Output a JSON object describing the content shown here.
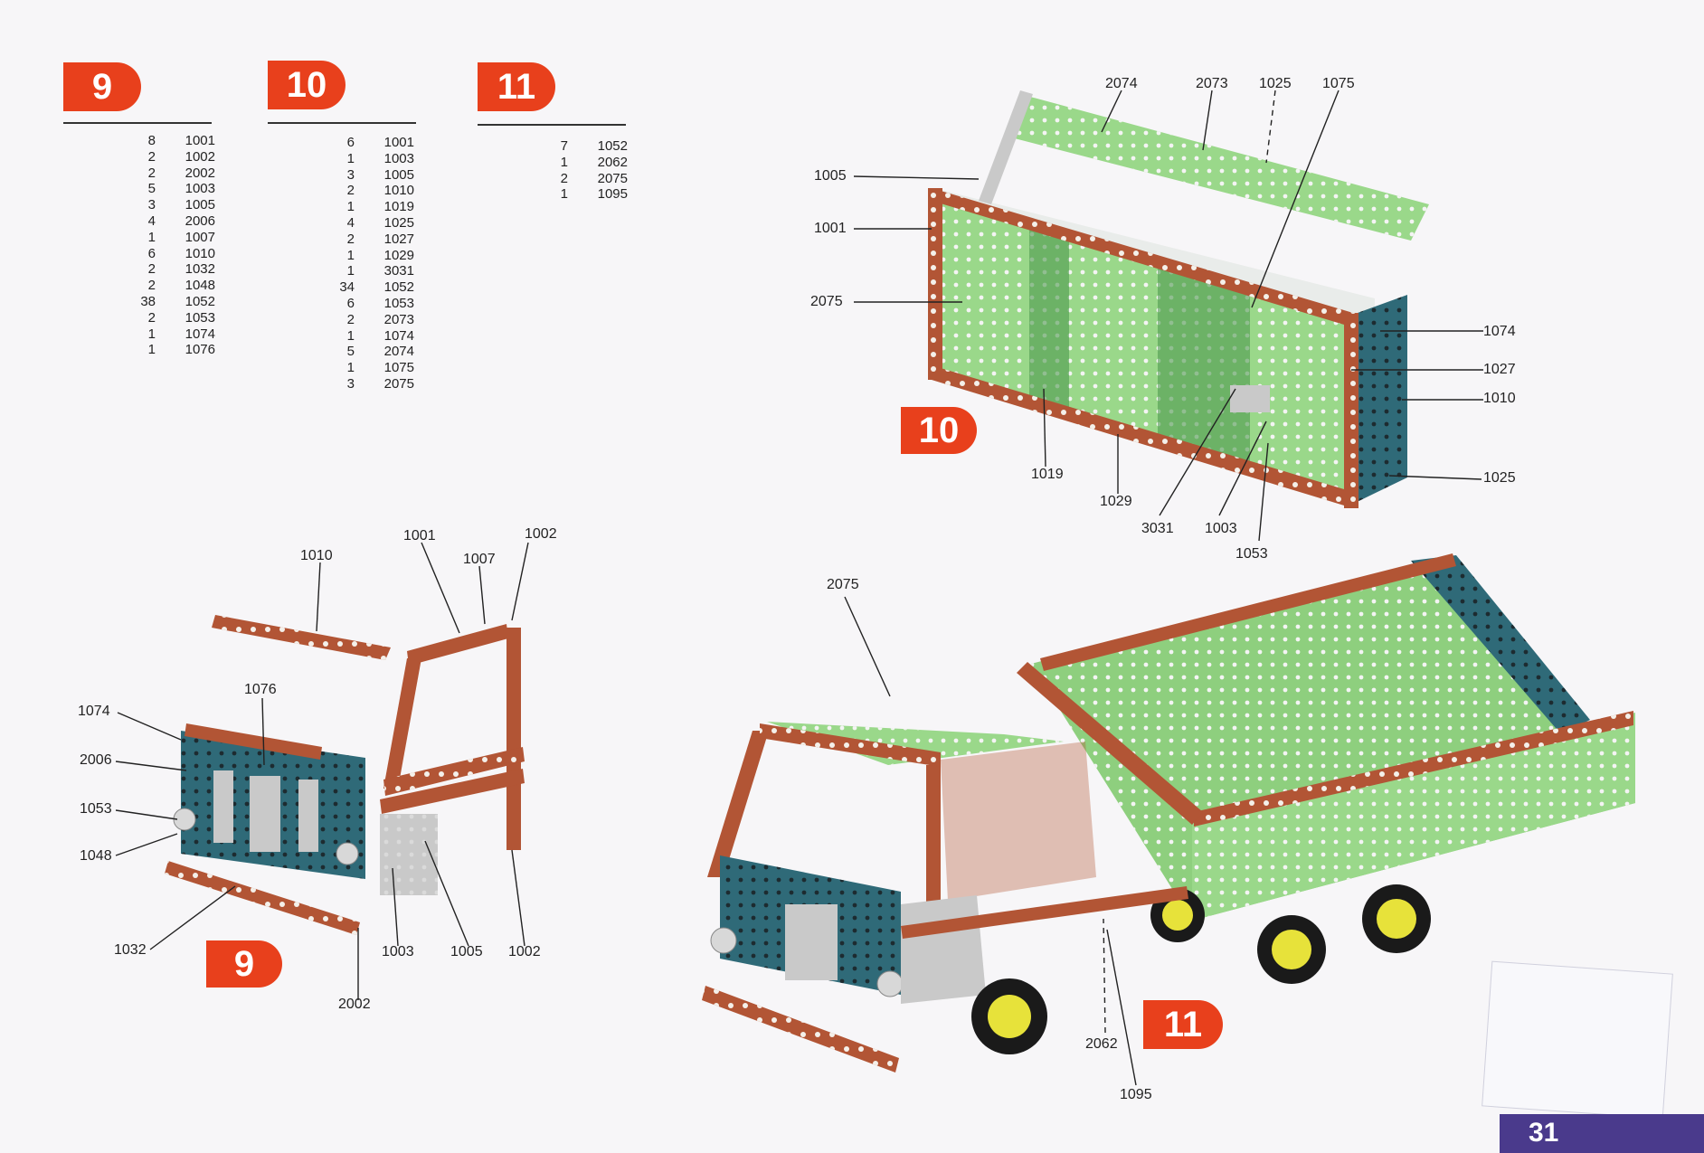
{
  "steps": [
    {
      "number": "9",
      "parts": [
        {
          "qty": "8",
          "part": "1001"
        },
        {
          "qty": "2",
          "part": "1002"
        },
        {
          "qty": "2",
          "part": "2002"
        },
        {
          "qty": "5",
          "part": "1003"
        },
        {
          "qty": "3",
          "part": "1005"
        },
        {
          "qty": "4",
          "part": "2006"
        },
        {
          "qty": "1",
          "part": "1007"
        },
        {
          "qty": "6",
          "part": "1010"
        },
        {
          "qty": "2",
          "part": "1032"
        },
        {
          "qty": "2",
          "part": "1048"
        },
        {
          "qty": "38",
          "part": "1052"
        },
        {
          "qty": "2",
          "part": "1053"
        },
        {
          "qty": "1",
          "part": "1074"
        },
        {
          "qty": "1",
          "part": "1076"
        }
      ]
    },
    {
      "number": "10",
      "parts": [
        {
          "qty": "6",
          "part": "1001"
        },
        {
          "qty": "1",
          "part": "1003"
        },
        {
          "qty": "3",
          "part": "1005"
        },
        {
          "qty": "2",
          "part": "1010"
        },
        {
          "qty": "1",
          "part": "1019"
        },
        {
          "qty": "4",
          "part": "1025"
        },
        {
          "qty": "2",
          "part": "1027"
        },
        {
          "qty": "1",
          "part": "1029"
        },
        {
          "qty": "1",
          "part": "3031"
        },
        {
          "qty": "34",
          "part": "1052"
        },
        {
          "qty": "6",
          "part": "1053"
        },
        {
          "qty": "2",
          "part": "2073"
        },
        {
          "qty": "1",
          "part": "1074"
        },
        {
          "qty": "5",
          "part": "2074"
        },
        {
          "qty": "1",
          "part": "1075"
        },
        {
          "qty": "3",
          "part": "2075"
        }
      ]
    },
    {
      "number": "11",
      "parts": [
        {
          "qty": "7",
          "part": "1052"
        },
        {
          "qty": "1",
          "part": "2062"
        },
        {
          "qty": "2",
          "part": "2075"
        },
        {
          "qty": "1",
          "part": "1095"
        }
      ]
    }
  ],
  "diagram_badges": {
    "step9": "9",
    "step10": "10",
    "step11": "11"
  },
  "callouts": {
    "d10": [
      "2074",
      "2073",
      "1025",
      "1075",
      "1005",
      "1001",
      "2075",
      "1074",
      "1027",
      "1010",
      "1019",
      "1029",
      "3031",
      "1003",
      "1053",
      "1025"
    ],
    "d9": [
      "1010",
      "1001",
      "1007",
      "1002",
      "1076",
      "1074",
      "2006",
      "1053",
      "1048",
      "1032",
      "2002",
      "1003",
      "1005",
      "1002"
    ],
    "d11": [
      "2075",
      "2062",
      "1095"
    ]
  },
  "page_number": "31",
  "colors": {
    "red": "#e8401c",
    "brown": "#b25535",
    "green": "#9ad88a",
    "teal": "#2f6a78",
    "silver": "#c9c9c9",
    "yellow": "#e7e23a"
  }
}
